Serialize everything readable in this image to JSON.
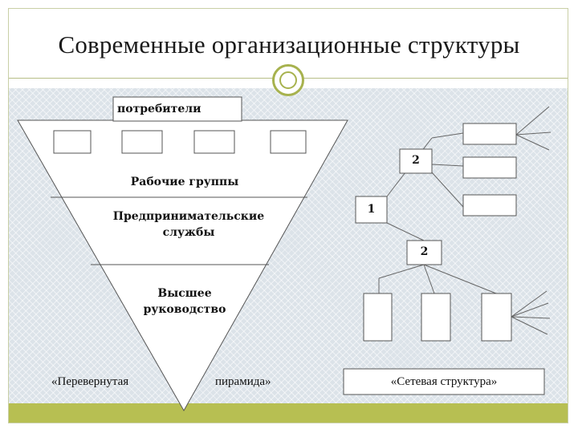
{
  "slide": {
    "title": "Современные организационные структуры"
  },
  "inverted_pyramid": {
    "consumers": "потребители",
    "working_groups": "Рабочие группы",
    "entrepreneurial_services": [
      "Предпринимательские",
      "службы"
    ],
    "top_management": [
      "Высшее",
      "руководство"
    ],
    "caption_left": "«Перевернутая",
    "caption_right": "пирамида»"
  },
  "network": {
    "node_center": "1",
    "node_upper": "2",
    "node_lower": "2",
    "caption": "«Сетевая структура»"
  },
  "colors": {
    "accent_olive": "#b7bf52",
    "panel_blue_grey": "#dce3e9"
  }
}
